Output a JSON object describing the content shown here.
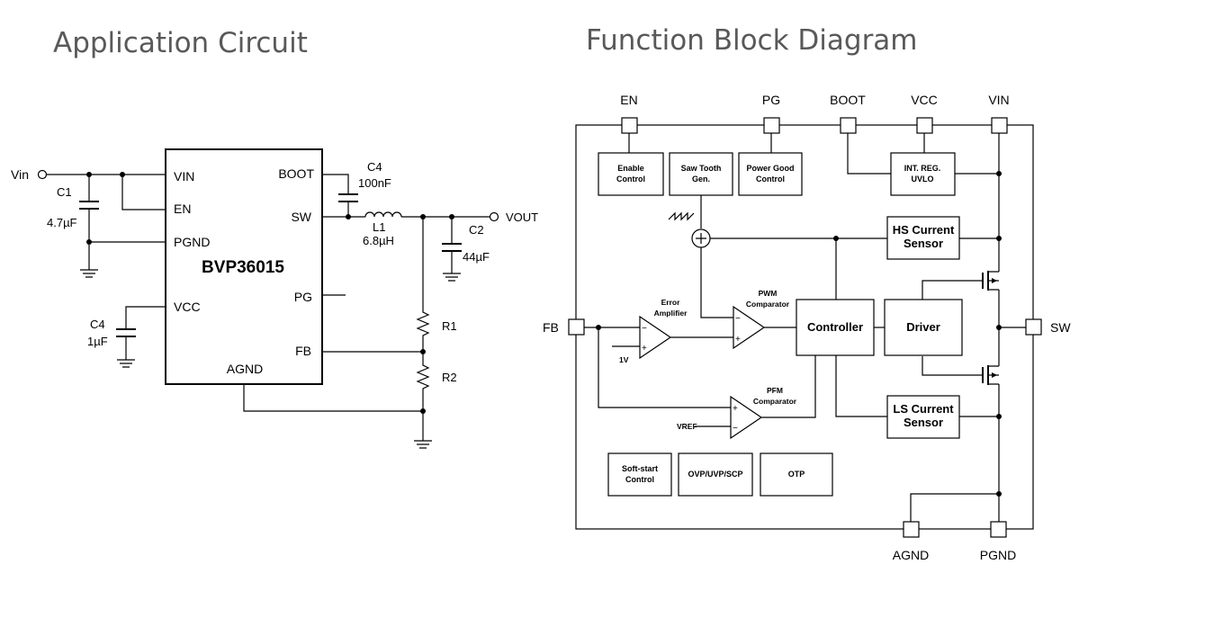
{
  "titles": {
    "application": "Application Circuit",
    "function_block": "Function Block Diagram"
  },
  "app": {
    "ic_name": "BVP36015",
    "ic_pins_left": [
      "VIN",
      "EN",
      "PGND",
      "VCC"
    ],
    "ic_pins_right": [
      "BOOT",
      "SW",
      "PG",
      "FB"
    ],
    "ic_pin_bottom": "AGND",
    "vin_label": "Vin",
    "vout_label": "VOUT",
    "c1_name": "C1",
    "c1_value": "4.7µF",
    "c4_vcc_name": "C4",
    "c4_vcc_value": "1µF",
    "c4_boot_name": "C4",
    "c4_boot_value": "100nF",
    "l1_name": "L1",
    "l1_value": "6.8µH",
    "c2_name": "C2",
    "c2_value": "44µF",
    "r1_name": "R1",
    "r2_name": "R2"
  },
  "fbd": {
    "pins_top": [
      "EN",
      "PG",
      "BOOT",
      "VCC",
      "VIN"
    ],
    "pin_left": "FB",
    "pin_right": "SW",
    "pins_bottom": [
      "AGND",
      "PGND"
    ],
    "blocks": {
      "enable": [
        "Enable",
        "Control"
      ],
      "sawtooth": [
        "Saw Tooth",
        "Gen."
      ],
      "power_good": [
        "Power Good",
        "Control"
      ],
      "int_reg": [
        "INT. REG.",
        "UVLO"
      ],
      "hs_sensor": [
        "HS Current",
        "Sensor"
      ],
      "ls_sensor": [
        "LS Current",
        "Sensor"
      ],
      "controller": "Controller",
      "driver": "Driver",
      "soft_start": [
        "Soft-start",
        "Control"
      ],
      "ovp": "OVP/UVP/SCP",
      "otp": "OTP"
    },
    "error_amp": [
      "Error",
      "Amplifier"
    ],
    "pwm_comp": [
      "PWM",
      "Comparator"
    ],
    "pfm_comp": [
      "PFM",
      "Comparator"
    ],
    "ref_1v": "1V",
    "vref": "VREF"
  }
}
